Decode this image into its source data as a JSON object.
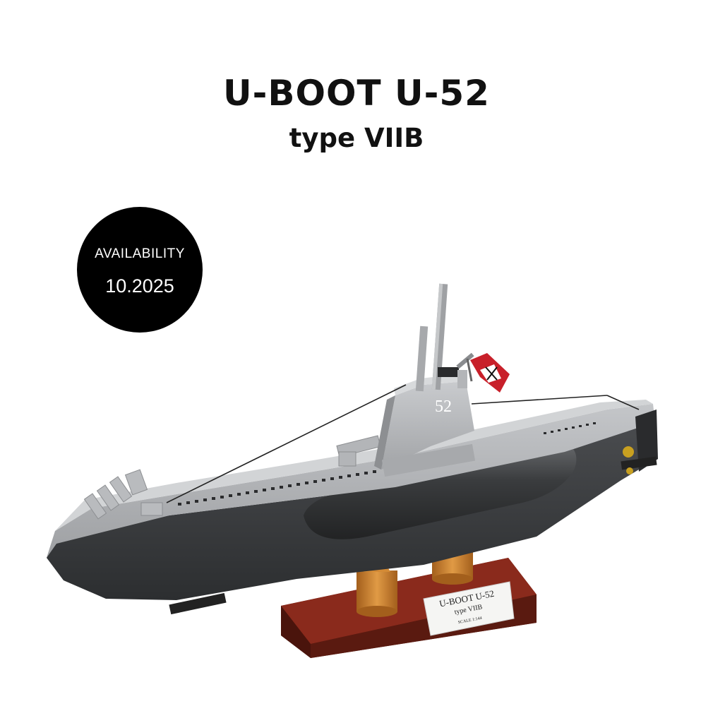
{
  "header": {
    "title": "U-BOOT U-52",
    "subtitle": "type VIIB"
  },
  "availability_badge": {
    "label": "AVAILABILITY",
    "date": "10.2025"
  },
  "product": {
    "hull_number": "52",
    "plaque": {
      "title": "U-BOOT U-52",
      "subtitle": "type VIIB",
      "scale": "SCALE 1:144"
    }
  },
  "colors": {
    "background": "#ffffff",
    "text": "#111111",
    "badge": "#000000",
    "hull_upper": "#a9abae",
    "hull_lower": "#3c3e40",
    "stand_base": "#7a2418",
    "stand_supports": "#c77a2a",
    "flag": "#c8202a"
  }
}
